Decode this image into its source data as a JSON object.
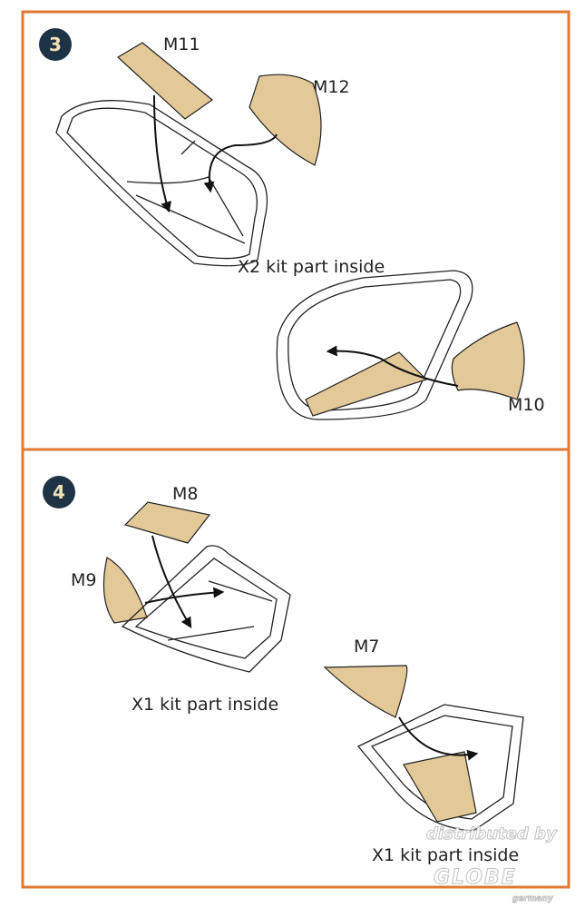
{
  "colors": {
    "frame": "#e07a30",
    "decal": "#e3c898",
    "step_badge": "#1f3347"
  },
  "steps": [
    {
      "number": "3",
      "labels": {
        "m11": "M11",
        "m12": "M12",
        "m10": "M10"
      },
      "note": "X2 kit part inside"
    },
    {
      "number": "4",
      "labels": {
        "m8": "M8",
        "m9": "M9",
        "m7": "M7"
      },
      "note_left": "X1 kit part inside",
      "note_right": "X1 kit part inside"
    }
  ],
  "watermark": {
    "line1": "distributed by",
    "line2": "GLOBE",
    "line3": "germany"
  }
}
